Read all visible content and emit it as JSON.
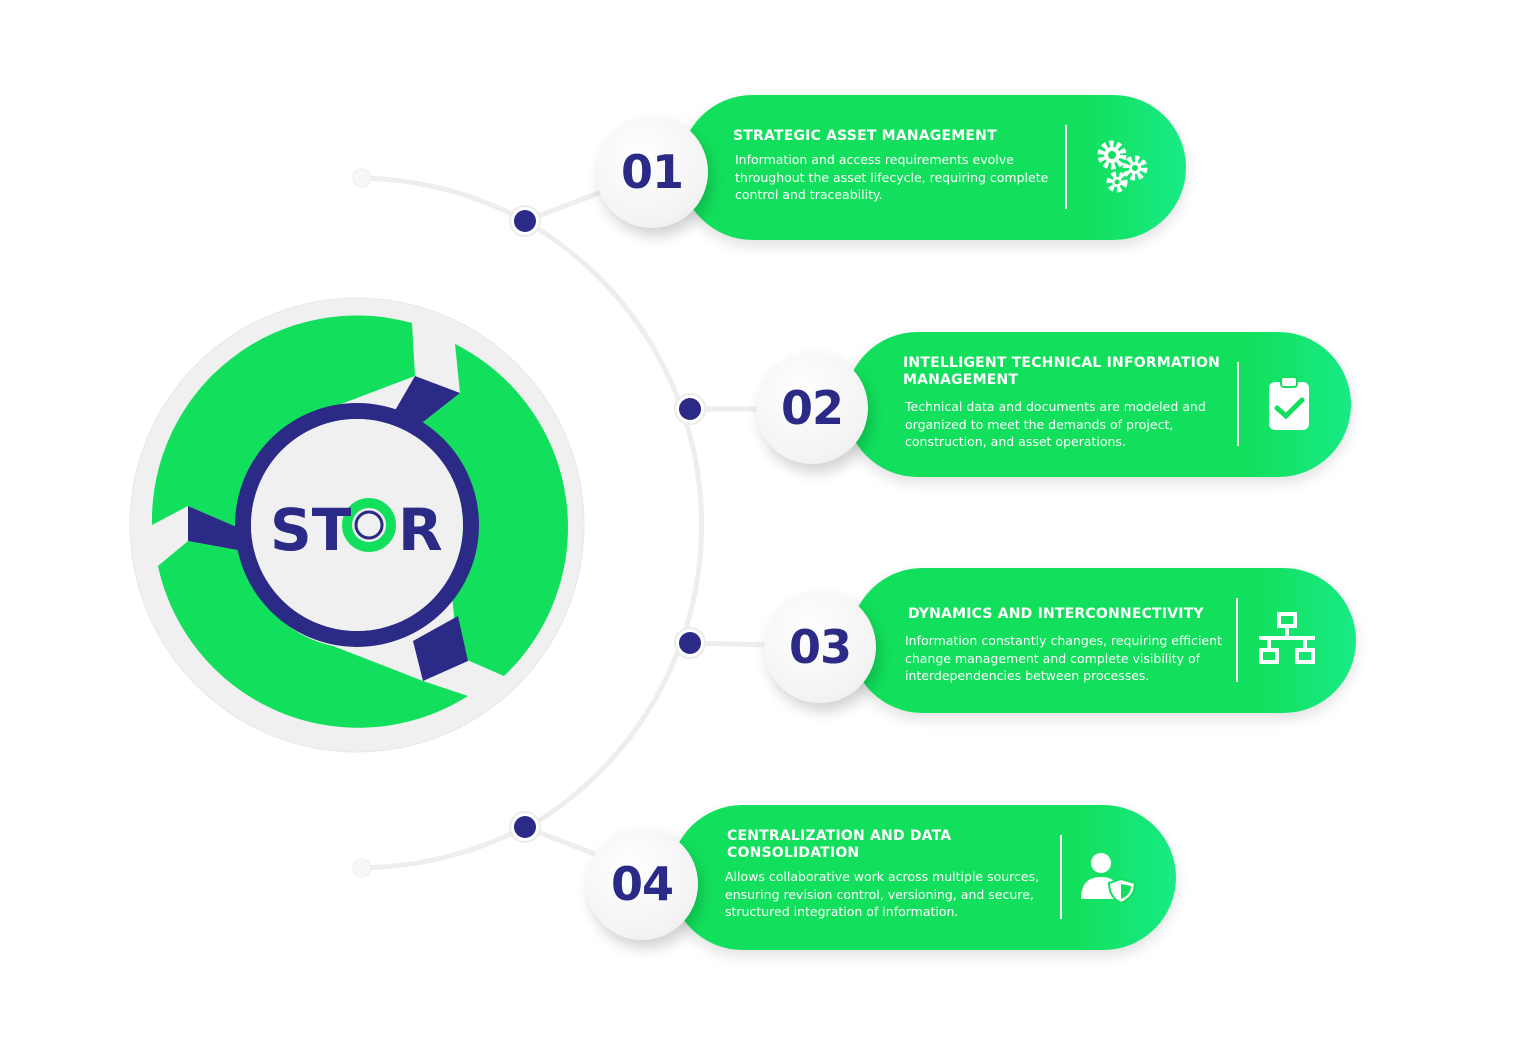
{
  "logo": {
    "text_left": "ST",
    "text_right": "R",
    "full": "STOR"
  },
  "colors": {
    "green": "#12e05c",
    "navy": "#2b2a86",
    "gray": "#f0f0f0"
  },
  "items": [
    {
      "number": "01",
      "title": "STRATEGIC ASSET MANAGEMENT",
      "description": "Information and access requirements evolve throughout the asset lifecycle, requiring complete control and traceability.",
      "icon": "gears-icon"
    },
    {
      "number": "02",
      "title": "INTELLIGENT TECHNICAL INFORMATION MANAGEMENT",
      "description": "Technical data and documents are modeled and organized to meet the demands of project, construction, and asset operations.",
      "icon": "clipboard-check-icon"
    },
    {
      "number": "03",
      "title": "DYNAMICS AND INTERCONNECTIVITY",
      "description": "Information constantly changes, requiring efficient change management and complete visibility of interdependencies between processes.",
      "icon": "network-icon"
    },
    {
      "number": "04",
      "title": "CENTRALIZATION AND DATA CONSOLIDATION",
      "description": "Allows collaborative work across multiple sources, ensuring revision control, versioning, and secure, structured integration of information.",
      "icon": "user-shield-icon"
    }
  ]
}
